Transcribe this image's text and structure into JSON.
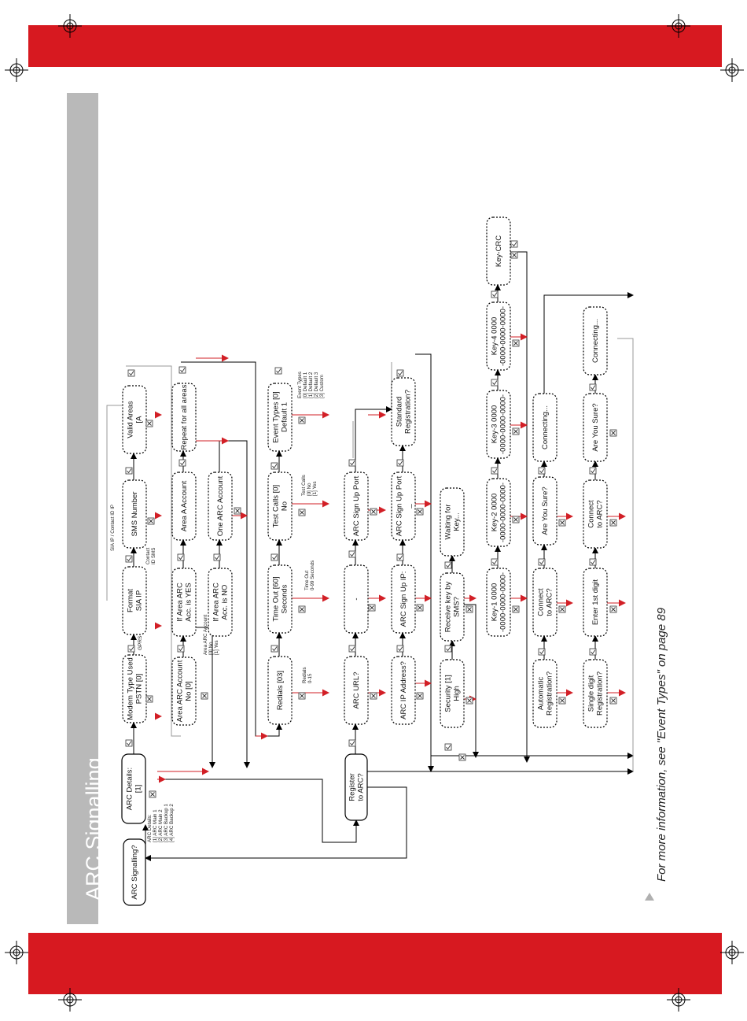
{
  "page": {
    "title": "ARC Signalling",
    "footnote": "For more information, see \"Event Types\" on page 89"
  },
  "colors": {
    "band": "#d71920",
    "sidebar": "#b9b9b9",
    "arrow_red": "#d21f26",
    "line": "#000000"
  },
  "nodes": [
    {
      "id": "arc-signalling",
      "lines": [
        "ARC Signalling?"
      ]
    },
    {
      "id": "arc-details",
      "lines": [
        "ARC Details:",
        "[1]"
      ]
    },
    {
      "id": "register-arc",
      "lines": [
        "Register",
        "to ARC?"
      ]
    },
    {
      "id": "modem-type",
      "lines": [
        "Modem Type Used",
        "PSTN [0]"
      ]
    },
    {
      "id": "format",
      "lines": [
        "Format",
        "SIA IP"
      ]
    },
    {
      "id": "sms-number",
      "lines": [
        "SMS Number"
      ]
    },
    {
      "id": "valid-areas",
      "lines": [
        "Valid Areas",
        "[A"
      ]
    },
    {
      "id": "area-arc-account",
      "lines": [
        "Area ARC Account",
        "No [0]"
      ]
    },
    {
      "id": "if-area-yes",
      "lines": [
        "If Area ARC",
        "Acc. is YES"
      ]
    },
    {
      "id": "area-a-account",
      "lines": [
        "Area A Account"
      ]
    },
    {
      "id": "repeat-all-areas",
      "lines": [
        "Repeat for all areas"
      ]
    },
    {
      "id": "if-area-no",
      "lines": [
        "If Area ARC",
        "Acc. is NO"
      ]
    },
    {
      "id": "one-arc-account",
      "lines": [
        "One ARC Account"
      ]
    },
    {
      "id": "redials",
      "lines": [
        "Redials [03]"
      ]
    },
    {
      "id": "time-out",
      "lines": [
        "Time Out [60]",
        "Seconds"
      ]
    },
    {
      "id": "test-calls",
      "lines": [
        "Test Calls [0]",
        "No"
      ]
    },
    {
      "id": "event-types",
      "lines": [
        "Event Types [0]",
        "Default 1"
      ]
    },
    {
      "id": "arc-url",
      "lines": [
        "ARC URL?"
      ]
    },
    {
      "id": "dash",
      "lines": [
        "-"
      ]
    },
    {
      "id": "arc-sign-up-port-1",
      "lines": [
        "ARC Sign Up Port"
      ]
    },
    {
      "id": "arc-ip-address",
      "lines": [
        "ARC IP Address?"
      ]
    },
    {
      "id": "arc-sign-up-ip",
      "lines": [
        "ARC Sign Up IP:"
      ]
    },
    {
      "id": "arc-sign-up-port-2",
      "lines": [
        "ARC Sign Up Port",
        "_"
      ]
    },
    {
      "id": "standard-registration",
      "lines": [
        "Standard",
        "Registration?"
      ]
    },
    {
      "id": "security",
      "lines": [
        "Security [1]",
        "High"
      ]
    },
    {
      "id": "receive-key-sms",
      "lines": [
        "Receive key by",
        "SMS?"
      ]
    },
    {
      "id": "waiting-for-key",
      "lines": [
        "Waiting for",
        "Key..."
      ]
    },
    {
      "id": "key-1",
      "lines": [
        "Key-1 0000",
        "-0000-0000-0000-"
      ]
    },
    {
      "id": "key-2",
      "lines": [
        "Key-2 0000",
        "-0000-0000-0000-"
      ]
    },
    {
      "id": "key-3",
      "lines": [
        "Key-3 0000",
        "-0000-0000-0000-"
      ]
    },
    {
      "id": "key-4",
      "lines": [
        "Key-4 0000",
        "-0000-0000-0000-"
      ]
    },
    {
      "id": "key-crc",
      "lines": [
        "Key-CRC"
      ]
    },
    {
      "id": "automatic-registration",
      "lines": [
        "Automatic",
        "Registration?"
      ]
    },
    {
      "id": "connect-arc-1",
      "lines": [
        "Connect",
        "to ARC?"
      ]
    },
    {
      "id": "are-you-sure-1",
      "lines": [
        "Are You Sure?"
      ]
    },
    {
      "id": "connecting-1",
      "lines": [
        "Connecting..."
      ]
    },
    {
      "id": "single-digit-registration",
      "lines": [
        "Single digit",
        "Registration?"
      ]
    },
    {
      "id": "enter-1st-digit",
      "lines": [
        "Enter 1st digit"
      ]
    },
    {
      "id": "connect-arc-2",
      "lines": [
        "Connect",
        "to ARC?"
      ]
    },
    {
      "id": "are-you-sure-2",
      "lines": [
        "Are You Sure?"
      ]
    },
    {
      "id": "connecting-2",
      "lines": [
        "Connecting..."
      ]
    }
  ],
  "notes": [
    {
      "id": "arc-details-options",
      "lines": [
        "ARC Details:",
        "[1] ARC Main 1",
        "[2] ARC Main 2",
        "[3] ARC Backup 1",
        "[4] ARC Backup 2"
      ]
    },
    {
      "id": "modem-options",
      "lines": [
        "GPRS"
      ]
    },
    {
      "id": "format-options",
      "lines": [
        "Contact",
        "ID SMS"
      ]
    },
    {
      "id": "sia-contact-label",
      "lines": [
        "SIA IP / Contact ID IP"
      ]
    },
    {
      "id": "area-account-options",
      "lines": [
        "Area ARC Account",
        "[0] No",
        "[1] Yes"
      ]
    },
    {
      "id": "redials-options",
      "lines": [
        "Redials",
        "0-15"
      ]
    },
    {
      "id": "time-out-options",
      "lines": [
        "Time Out",
        "0-99 Seconds"
      ]
    },
    {
      "id": "test-calls-options",
      "lines": [
        "Test Calls",
        "[0] No",
        "[1] Yes"
      ]
    },
    {
      "id": "event-types-options",
      "lines": [
        "Event Types",
        "[0] Default 1",
        "[1] Default 2",
        "[2] Default 3",
        "[3] Custom"
      ]
    }
  ]
}
